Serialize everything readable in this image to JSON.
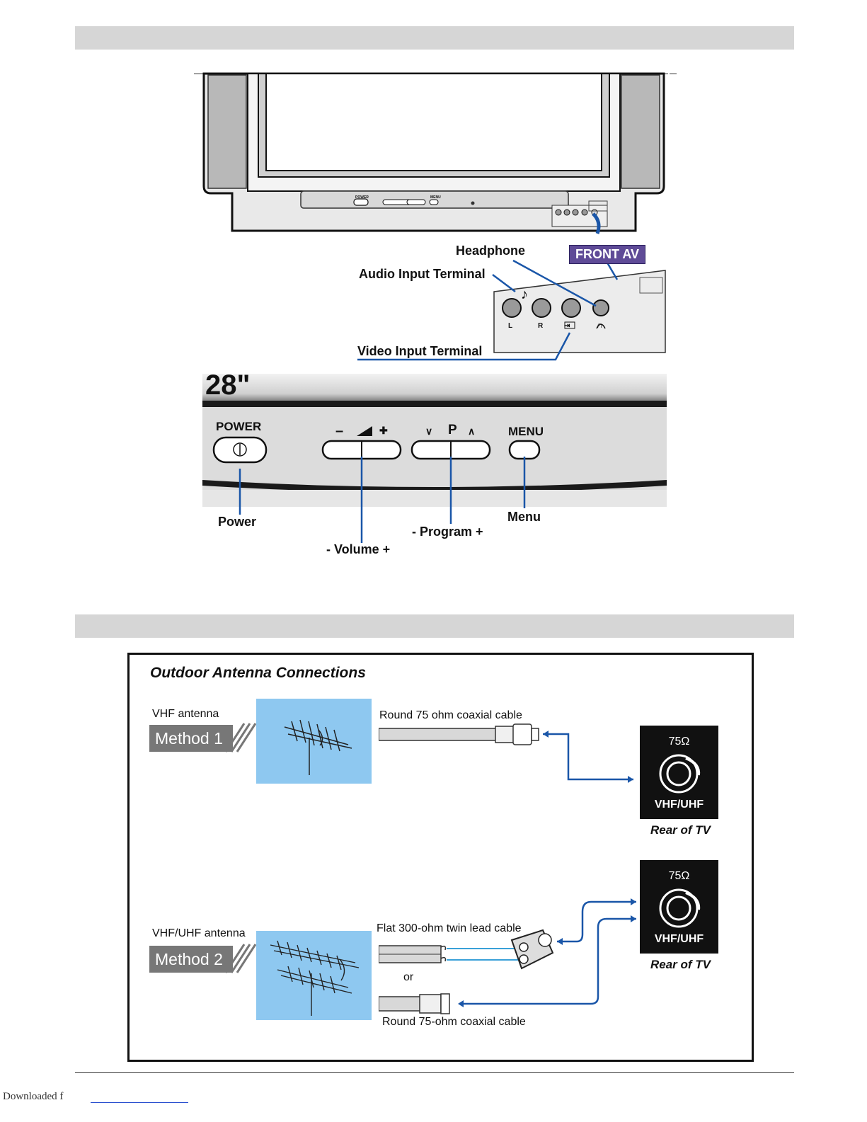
{
  "section1": {
    "front_av_badge": "FRONT AV",
    "labels": {
      "headphone": "Headphone",
      "audio_input": "Audio Input Terminal",
      "video_input": "Video Input Terminal",
      "power": "Power",
      "volume": "- Volume +",
      "program": "- Program +",
      "menu": "Menu"
    },
    "jacks": {
      "left": "L",
      "right": "R"
    },
    "panel": {
      "size": "28\"",
      "power_label": "POWER",
      "volume_minus": "–",
      "volume_plus": "✚",
      "prog_down": "∨",
      "prog_letter": "P",
      "prog_up": "∧",
      "menu_label": "MENU"
    },
    "mini_panel": {
      "power": "POWER",
      "menu": "MENU"
    }
  },
  "section2": {
    "title": "Outdoor Antenna Connections",
    "method1": {
      "antenna_label": "VHF antenna",
      "method_label": "Method 1",
      "cable_label": "Round 75 ohm coaxial cable"
    },
    "method2": {
      "antenna_label": "VHF/UHF antenna",
      "method_label": "Method 2",
      "cable_flat_label": "Flat 300-ohm twin lead cable",
      "or_label": "or",
      "cable_round_label": "Round 75-ohm coaxial cable"
    },
    "rear_panel": {
      "ohm": "75Ω",
      "band": "VHF/UHF",
      "caption": "Rear of TV"
    }
  },
  "footer": {
    "text": "Downloaded f"
  },
  "colors": {
    "front_av": "#5f4b97",
    "sky": "#8ec8f0",
    "arrow": "#1a56a8"
  }
}
